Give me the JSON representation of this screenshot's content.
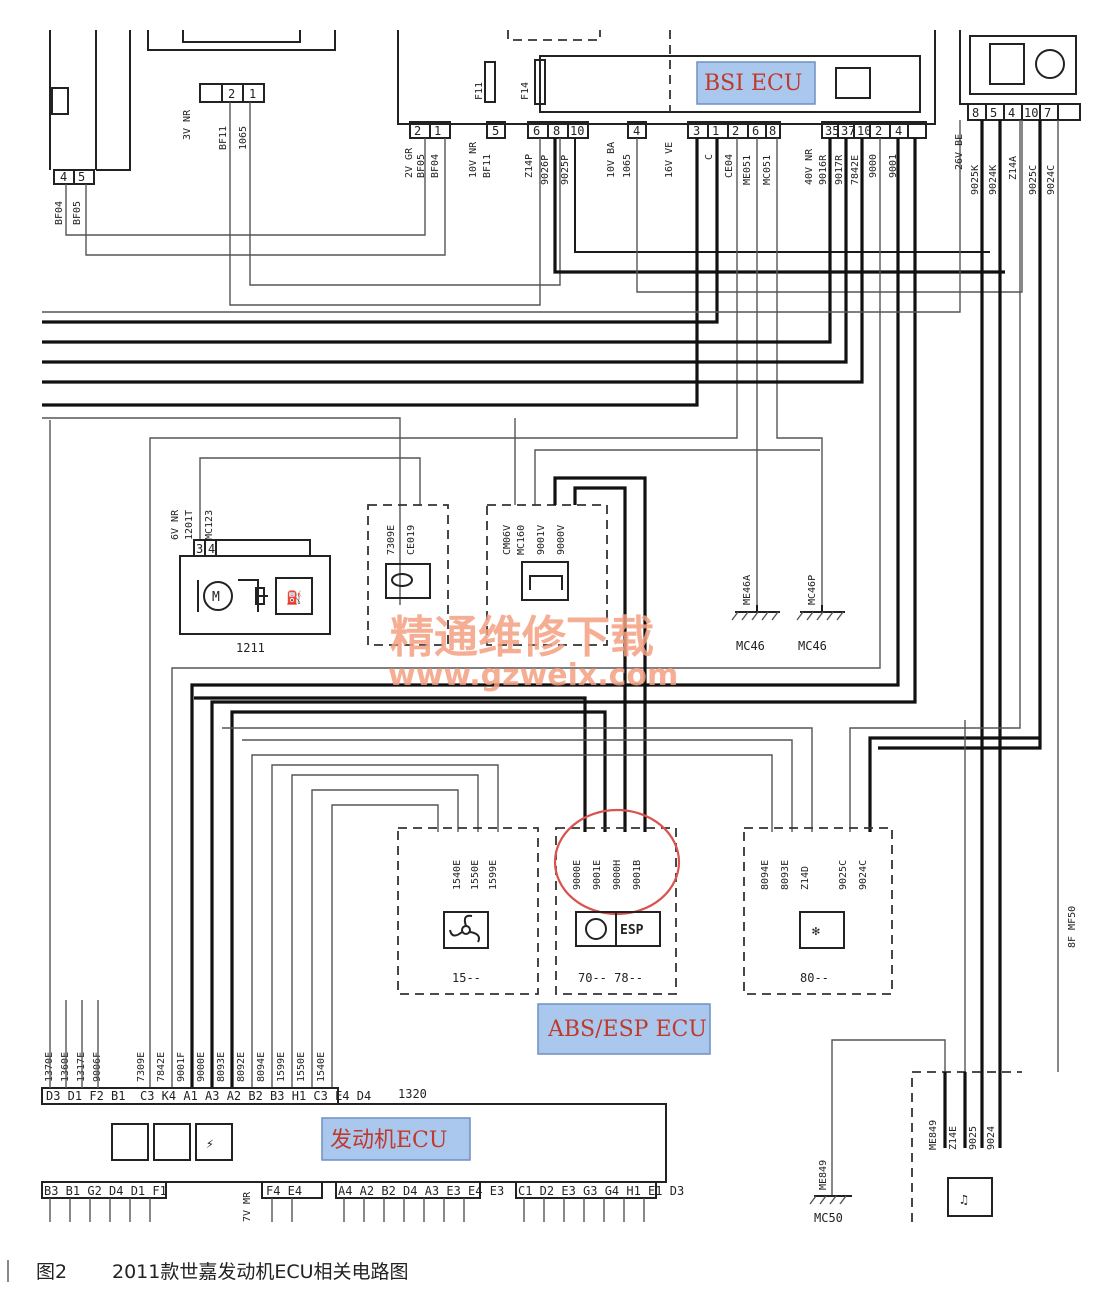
{
  "figure": {
    "caption_number": "图2",
    "caption_text": "2011款世嘉发动机ECU相关电路图"
  },
  "ecu_labels": {
    "bsi": "BSI ECU",
    "abs_esp": "ABS/ESP ECU",
    "engine": "发动机ECU"
  },
  "watermark": {
    "line1": "精通维修下载",
    "line2": "www.gzweix.com"
  },
  "module_codes": {
    "pump": "1211",
    "ground_a": "MC46",
    "ground_b": "MC46",
    "engine_ref": "1320",
    "fan_group": "15--",
    "abs_group": "70-- 78--",
    "climate_group": "80--",
    "ground_bottom": "MC50",
    "right_vertical": "8F MF50"
  },
  "bsi_wires": [
    "BF05",
    "BF04",
    "BF11",
    "9026P",
    "9025P",
    "1065",
    "C",
    "CE04",
    "ME051",
    "MC051",
    "9016R",
    "9017R",
    "7842E",
    "9000",
    "9001",
    "9025K",
    "9024K",
    "Z14A",
    "9025C",
    "9024C"
  ],
  "connector_labels": [
    "2V GR",
    "10V NR",
    "Z14P",
    "10V BA",
    "16V VE",
    "40V NR",
    "26V BE",
    "3V NR"
  ],
  "abs_wires": [
    "9000E",
    "9001E",
    "9000H",
    "9001B"
  ],
  "fan_wires": [
    "1540E",
    "1550E",
    "1599E"
  ],
  "climate_wires": [
    "8094E",
    "8093E",
    "Z14D",
    "9025C",
    "9024C"
  ],
  "engine_wires": [
    "1370E",
    "1360E",
    "1317E",
    "9006F",
    "7309E",
    "7842E",
    "9001F",
    "9000E",
    "8093E",
    "8092E",
    "8094E",
    "1599E",
    "1550E",
    "1540E"
  ],
  "module_wires": {
    "m1": [
      "7309E",
      "CE019"
    ],
    "m2": [
      "CM06V",
      "MC160",
      "9001V",
      "9000V"
    ],
    "pump": [
      "6V NR",
      "1201T",
      "MC123"
    ],
    "grounds": [
      "ME46A",
      "MC46P"
    ],
    "bottom_right": [
      "ME849",
      "Z14E",
      "9025",
      "9024"
    ],
    "bottom_ground": "ME849"
  }
}
